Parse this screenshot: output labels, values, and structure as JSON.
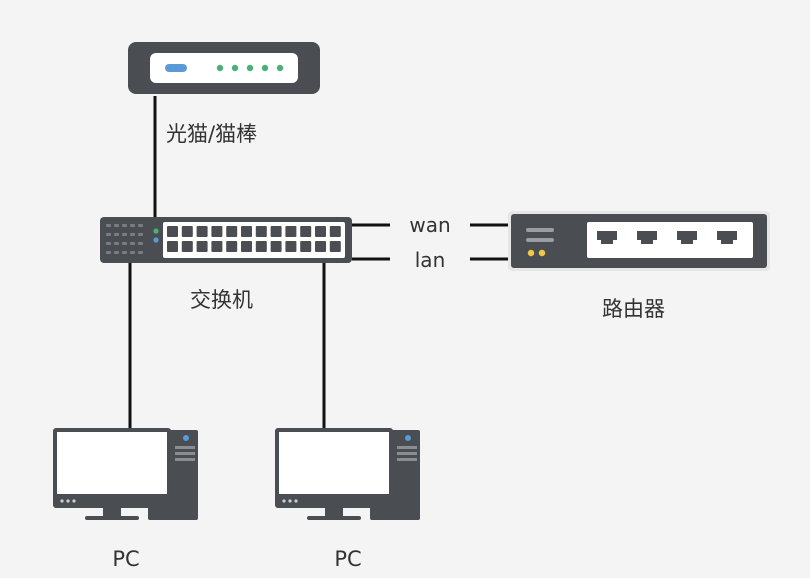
{
  "diagram": {
    "modem_label": "光猫/猫棒",
    "switch_label": "交换机",
    "router_label": "路由器",
    "wan_label": "wan",
    "lan_label": "lan",
    "pc1_label": "PC",
    "pc2_label": "PC"
  },
  "colors": {
    "background": "#f4f4f4",
    "device_dark": "#4a4d52",
    "device_light": "#ffffff",
    "led_blue": "#5b9bd5",
    "led_green": "#4caf7a",
    "led_yellow": "#f2c744",
    "line": "#111111"
  }
}
